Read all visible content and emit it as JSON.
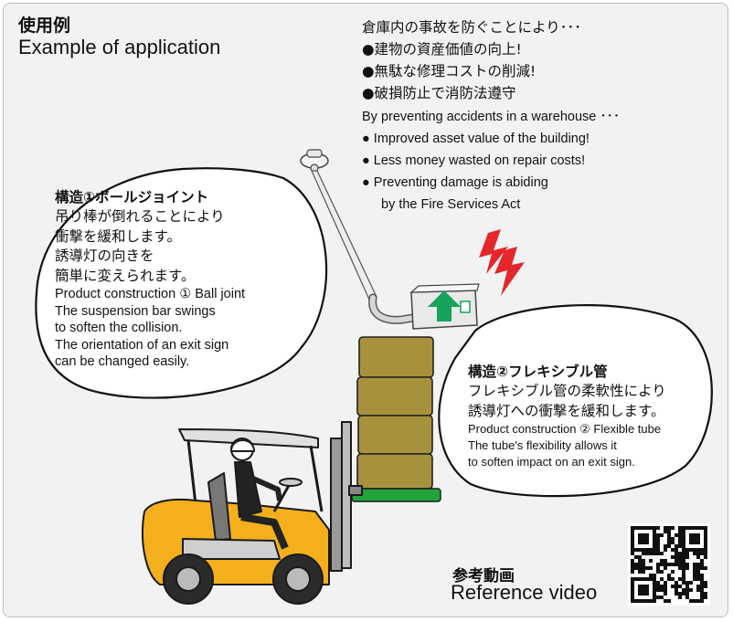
{
  "heading": {
    "title_ja": "使用例",
    "title_en": "Example of application"
  },
  "benefits": {
    "intro_ja": "倉庫内の事故を防ぐことにより･･･",
    "items_ja": [
      "●建物の資産価値の向上!",
      "●無駄な修理コストの削減!",
      "●破損防止で消防法遵守"
    ],
    "intro_en": "By preventing accidents in a warehouse ･･･",
    "items_en": [
      "● Improved asset value of the building!",
      "● Less money wasted on repair costs!",
      "● Preventing damage is abiding",
      "by the Fire Services Act"
    ]
  },
  "bubble_joint": {
    "heading": "構造①ボールジョイント",
    "lines_ja": [
      "吊り棒が倒れることにより",
      "衝撃を緩和します。",
      "誘導灯の向きを",
      "簡単に変えられます。"
    ],
    "lines_en": [
      "Product construction  ① Ball joint",
      "The suspension bar swings",
      "to soften the collision.",
      "The orientation of an exit sign",
      "can be changed easily."
    ]
  },
  "bubble_tube": {
    "heading": "構造②フレキシブル管",
    "lines_ja": [
      "フレキシブル管の柔軟性により",
      "誘導灯への衝撃を緩和します。"
    ],
    "lines_en": [
      "Product construction  ② Flexible tube",
      "The tube's flexibility allows it",
      "to soften impact on an exit sign."
    ]
  },
  "reference": {
    "label_ja": "参考動画",
    "label_en": "Reference video"
  },
  "colors": {
    "forklift": "#f3b01c",
    "pallet": "#22a33a",
    "boxes": "#a8913c",
    "exit_arrow": "#17a35a",
    "lightning": "#e5262b"
  }
}
